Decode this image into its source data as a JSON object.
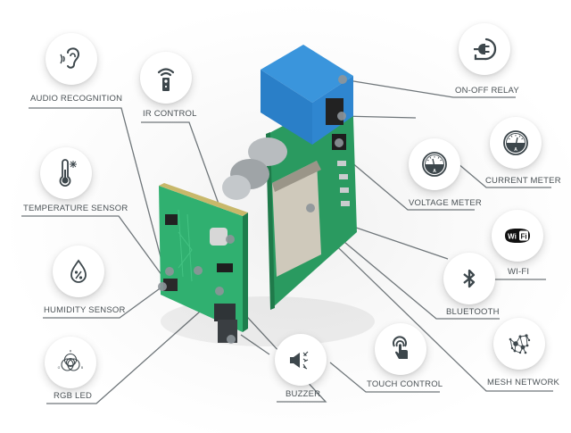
{
  "colors": {
    "icon": "#3d474c",
    "line": "#6f767a",
    "label": "#4a5155",
    "pcb": "#2fa86a",
    "relay": "#2f86d0"
  },
  "features": [
    {
      "id": "audio-recognition",
      "label": "AUDIO RECOGNITION",
      "icon": "ear-icon"
    },
    {
      "id": "ir-control",
      "label": "IR CONTROL",
      "icon": "remote-control-icon"
    },
    {
      "id": "temperature-sensor",
      "label": "TEMPERATURE SENSOR",
      "icon": "thermometer-icon"
    },
    {
      "id": "humidity-sensor",
      "label": "HUMIDITY SENSOR",
      "icon": "droplet-percent-icon"
    },
    {
      "id": "rgb-led",
      "label": "RGB LED",
      "icon": "rgb-circles-icon",
      "icon_letters": [
        "R",
        "G",
        "B"
      ]
    },
    {
      "id": "buzzer",
      "label": "BUZZER",
      "icon": "speaker-icon"
    },
    {
      "id": "touch-control",
      "label": "TOUCH CONTROL",
      "icon": "touch-finger-icon"
    },
    {
      "id": "mesh-network",
      "label": "MESH NETWORK",
      "icon": "mesh-network-icon"
    },
    {
      "id": "bluetooth",
      "label": "BLUETOOTH",
      "icon": "bluetooth-icon"
    },
    {
      "id": "wi-fi",
      "label": "WI-FI",
      "icon": "wifi-logo-icon",
      "icon_text": "WiFi"
    },
    {
      "id": "voltage-meter",
      "label": "VOLTAGE METER",
      "icon": "gauge-icon",
      "icon_letter": "A"
    },
    {
      "id": "current-meter",
      "label": "CURRENT METER",
      "icon": "gauge-icon",
      "icon_letter": "A"
    },
    {
      "id": "on-off-relay",
      "label": "ON-OFF RELAY",
      "icon": "plug-icon"
    }
  ]
}
